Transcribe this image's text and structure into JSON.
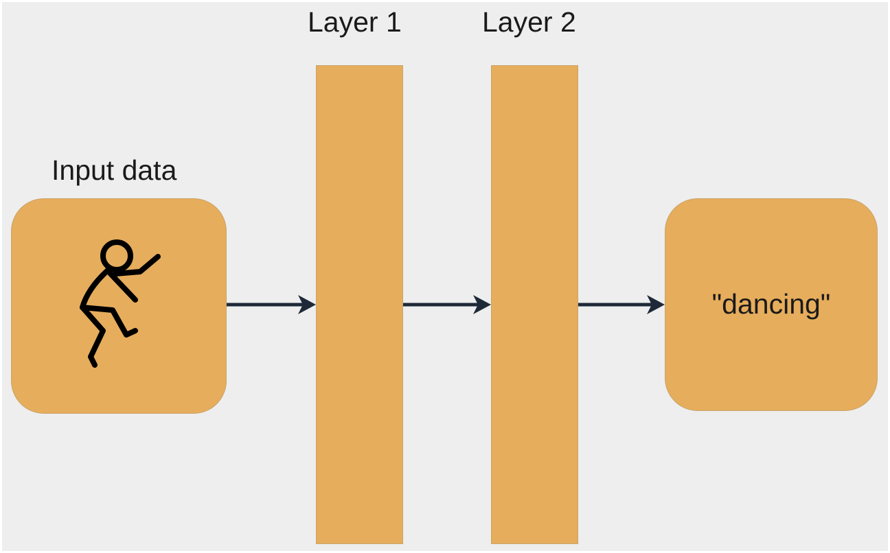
{
  "labels": {
    "input": "Input data",
    "layer1": "Layer 1",
    "layer2": "Layer 2",
    "output": "\"dancing\""
  },
  "colors": {
    "background": "#eeeeee",
    "box_fill": "#e6ad5c",
    "arrow": "#1f2a38",
    "figure": "#000000"
  },
  "icons": {
    "input": "dancing-stick-figure-icon"
  }
}
